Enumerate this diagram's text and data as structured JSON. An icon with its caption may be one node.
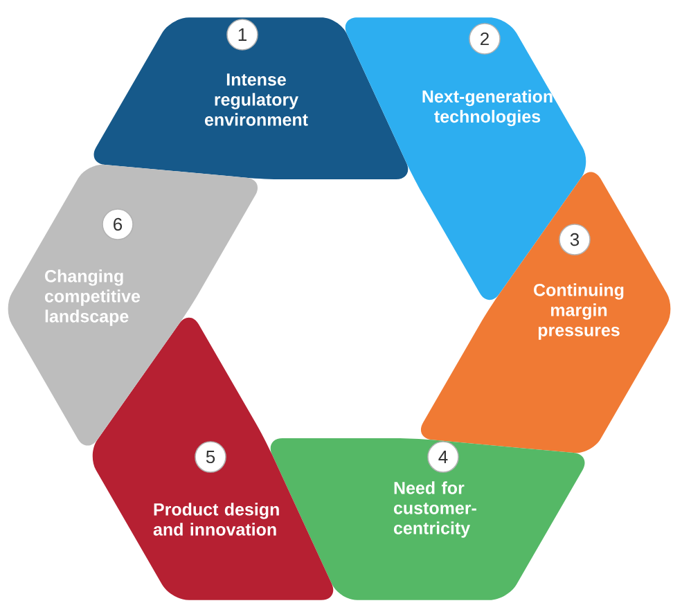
{
  "diagram": {
    "nodes": [
      {
        "text": [
          "Intense regulatory environment"
        ]
      },
      {
        "text": [
          "1"
        ],
        "in": 0
      },
      {
        "text": [
          "Next-generation technologies"
        ]
      },
      {
        "text": [
          "2"
        ],
        "in": 2
      },
      {
        "text": [
          "Continuing margin pressures"
        ]
      },
      {
        "text": [
          "3"
        ],
        "in": 4
      },
      {
        "text": [
          "Need for customer-centricity"
        ]
      },
      {
        "text": [
          "4"
        ],
        "in": 6
      },
      {
        "text": [
          "Product design and innovation"
        ]
      },
      {
        "text": [
          "5"
        ],
        "in": 8
      },
      {
        "text": [
          "Changing competitive landscape"
        ]
      },
      {
        "text": [
          "6"
        ],
        "in": 10
      }
    ]
  }
}
